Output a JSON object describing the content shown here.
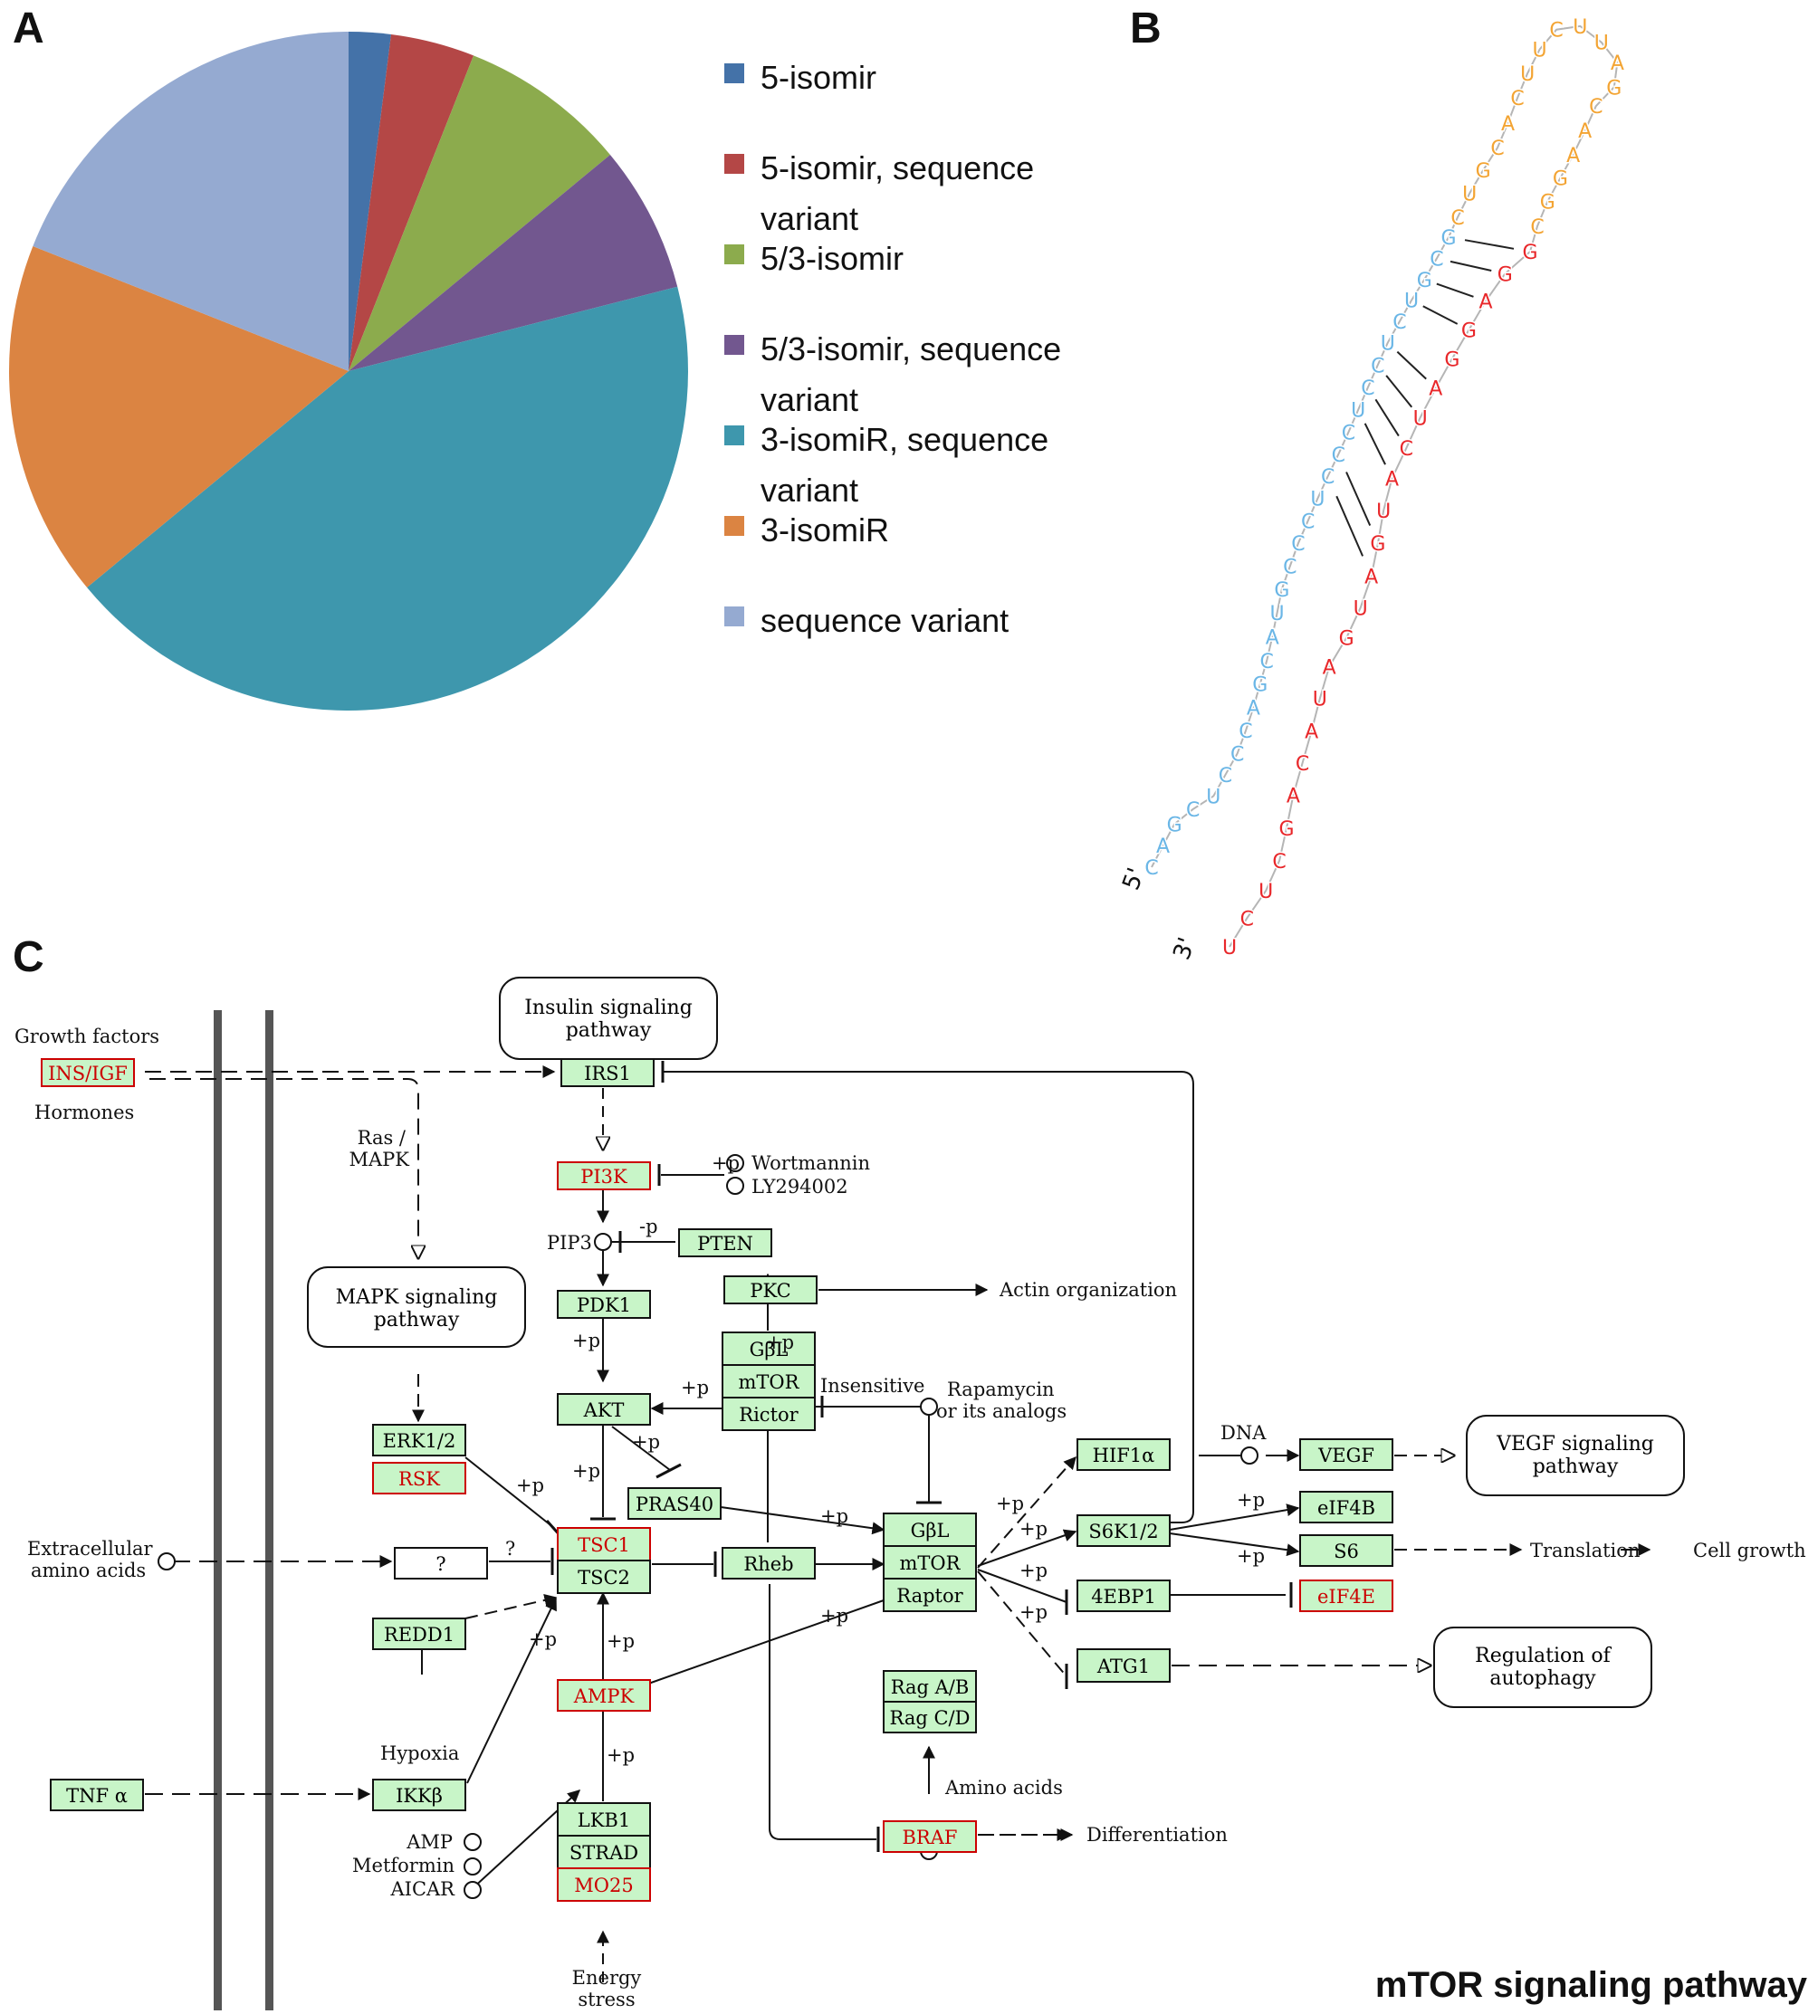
{
  "panels": {
    "a": "A",
    "b": "B",
    "c": "C"
  },
  "chart_data": {
    "type": "pie",
    "slices": [
      {
        "name": "5-isomir",
        "value": 2,
        "color": "#4472a8"
      },
      {
        "name": "5-isomir, sequence variant",
        "value": 4,
        "color": "#b44746"
      },
      {
        "name": "5/3-isomir",
        "value": 8,
        "color": "#8cab4d"
      },
      {
        "name": "5/3-isomir, sequence variant",
        "value": 7,
        "color": "#72578f"
      },
      {
        "name": "3-isomiR, sequence variant",
        "value": 43,
        "color": "#3e97ad"
      },
      {
        "name": "3-isomiR",
        "value": 17,
        "color": "#db8442"
      },
      {
        "name": "sequence variant",
        "value": 19,
        "color": "#95aad1"
      }
    ]
  },
  "rna": {
    "five_prime": "5'",
    "three_prime": "3'",
    "colors": {
      "five_arm": "#6ab6e6",
      "three_arm": "#e8272a",
      "loop": "#f3a433",
      "backbone": "#b5b5b5",
      "pair": "#222222"
    },
    "five_arm_sequence": "CAGCUCCCAGCAUGCCCUCCCUCCUCUGCG",
    "loop_sequence": "CUGCACUUCUUAGCAAGGC",
    "three_arm_sequence": "UCUCGACAUAGUAGUACUAGGAGG"
  },
  "kegg": {
    "colors": {
      "box_fill": "#c8f5c8",
      "highlight": "#cc0000",
      "line": "#111111",
      "membrane": "#555555"
    },
    "title": "mTOR signaling pathway",
    "pathways": {
      "insulin": [
        "Insulin signaling",
        "pathway"
      ],
      "mapk": [
        "MAPK signaling",
        "pathway"
      ],
      "vegf": [
        "VEGF signaling",
        "pathway"
      ],
      "autophagy": [
        "Regulation of",
        "autophagy"
      ]
    },
    "genes": {
      "ins_igf": "INS/IGF",
      "irs1": "IRS1",
      "pi3k": "PI3K",
      "pten": "PTEN",
      "pdk1": "PDK1",
      "pkc": "PKC",
      "gbl1": "GβL",
      "mtor1": "mTOR",
      "rictor": "Rictor",
      "akt": "AKT",
      "erk": "ERK1/2",
      "rsk": "RSK",
      "pras40": "PRAS40",
      "tsc1": "TSC1",
      "tsc2": "TSC2",
      "unknown": "?",
      "rheb": "Rheb",
      "gbl2": "GβL",
      "mtor2": "mTOR",
      "raptor": "Raptor",
      "redd1": "REDD1",
      "ampk": "AMPK",
      "ikkb": "IKKβ",
      "tnfa": "TNF α",
      "lkb1": "LKB1",
      "strad": "STRAD",
      "mo25": "MO25",
      "raga": "Rag A/B",
      "ragc": "Rag C/D",
      "braf": "BRAF",
      "hif1a": "HIF1α",
      "vegf": "VEGF",
      "s6k": "S6K1/2",
      "eif4b": "eIF4B",
      "s6": "S6",
      "ebp1": "4EBP1",
      "eif4e": "eIF4E",
      "atg1": "ATG1"
    },
    "labels": {
      "growth_factors": "Growth factors",
      "hormones": "Hormones",
      "ras_mapk": [
        "Ras /",
        "MAPK"
      ],
      "wortmannin": "Wortmannin",
      "ly": "LY294002",
      "pip3": "PIP3",
      "minus_p": "-p",
      "actin": "Actin organization",
      "insensitive": "Insensitive",
      "rapamycin": [
        "Rapamycin",
        "or its analogs"
      ],
      "dna": "DNA",
      "extracellular": [
        "Extracellular",
        "amino acids"
      ],
      "translation": "Translation",
      "cell_growth": "Cell growth",
      "hypoxia": "Hypoxia",
      "amp": "AMP",
      "metformin": "Metformin",
      "aicar": "AICAR",
      "amino_acids": "Amino acids",
      "differentiation": "Differentiation",
      "energy_stress": [
        "Energy",
        "stress"
      ],
      "plus_p": "+p",
      "question": "?"
    }
  }
}
